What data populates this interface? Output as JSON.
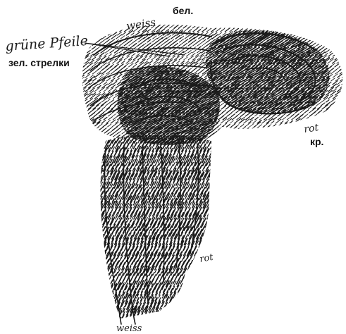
{
  "annotations": {
    "white_de": "weiss",
    "white_ru": "бел.",
    "green_arrows_de": "grüne Pfeile",
    "green_arrows_ru": "зел. стрелки",
    "red_de": "rot",
    "red_ru": "кр.",
    "red_lower_de": "rot",
    "white_bottom_de": "weiss"
  },
  "colors": {
    "ink": "#1b1b1b",
    "paper": "#ffffff"
  }
}
